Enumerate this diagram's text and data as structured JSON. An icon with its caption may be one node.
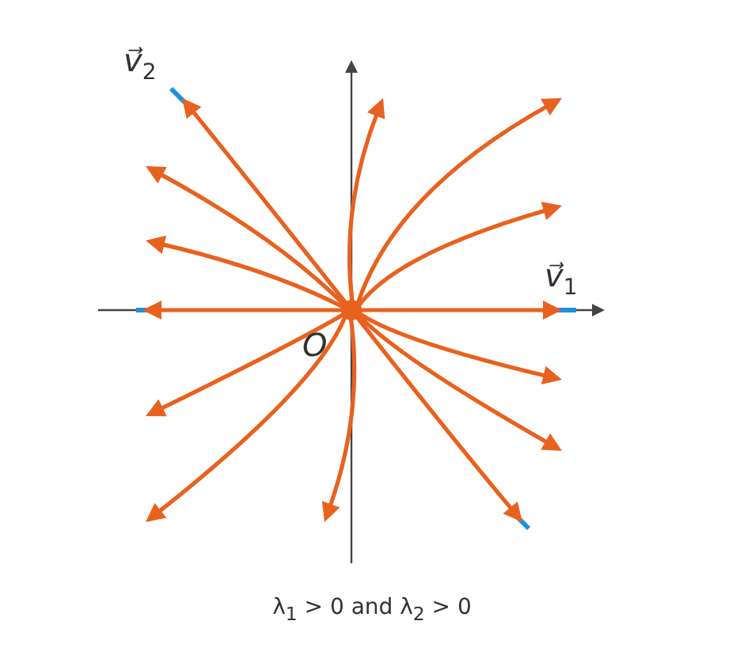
{
  "diagram": {
    "caption": "λ$_{1}$ > 0 and λ$_{2}$ > 0",
    "labels": [
      "v⃗$_{2}$",
      "v⃗$_{1}$",
      "O"
    ]
  }
}
